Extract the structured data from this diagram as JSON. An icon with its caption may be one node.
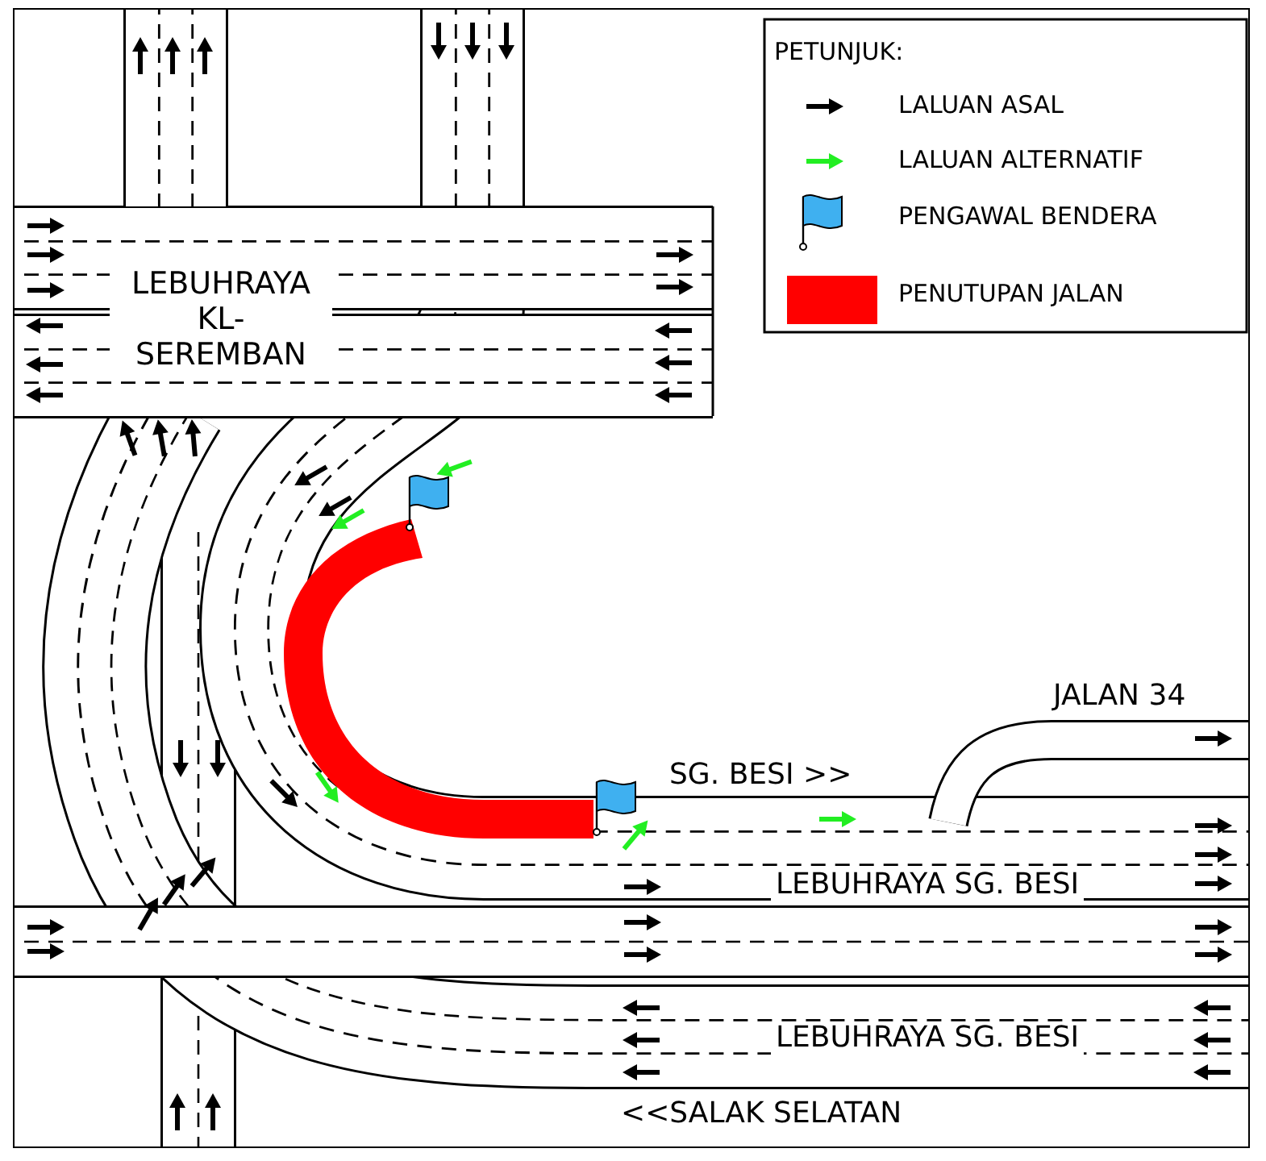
{
  "diagram": {
    "labels": [
      "PETUNJUK:",
      "LEBUHRAYA KL-SEREMBAN",
      "JALAN 34",
      "SG. BESI >>",
      "LEBUHRAYA SG. BESI",
      "LEBUHRAYA SG. BESI",
      "<<SALAK SELATAN"
    ],
    "legend": [
      {
        "text": "LALUAN ASAL"
      },
      {
        "text": "LALUAN ALTERNATIF"
      },
      {
        "text": "PENGAWAL BENDERA"
      },
      {
        "text": "PENUTUPAN JALAN",
        "color": "#ff0000"
      }
    ]
  }
}
